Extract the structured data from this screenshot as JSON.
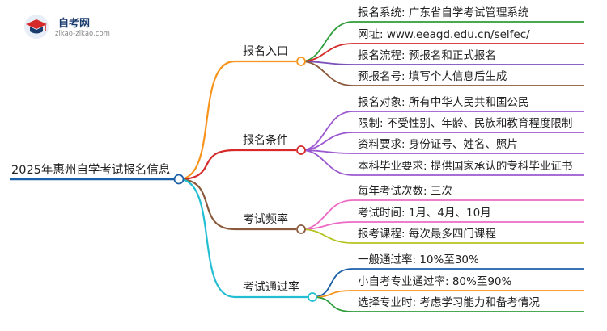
{
  "logo": {
    "title": "自考网",
    "subtitle": "zikao-zikao.com"
  },
  "root": {
    "label": "2025年惠州自学考试报名信息"
  },
  "branches": [
    {
      "label": "报名入口",
      "color": "#f7941d",
      "leaves": [
        {
          "text": "报名系统: 广东省自学考试管理系统",
          "color": "#2e9d3a"
        },
        {
          "text": "网址: www.eeagd.edu.cn/selfec/",
          "color": "#d62a2a"
        },
        {
          "text": "报名流程: 预报名和正式报名",
          "color": "#7a4fb8"
        },
        {
          "text": "预报名号: 填写个人信息后生成",
          "color": "#8b5a3c"
        }
      ]
    },
    {
      "label": "报名条件",
      "color": "#d62a2a",
      "leaves": [
        {
          "text": "报名对象: 所有中华人民共和国公民",
          "color": "#9b59d0"
        },
        {
          "text": "限制: 不受性别、年龄、民族和教育程度限制",
          "color": "#9b59d0"
        },
        {
          "text": "资料要求: 身份证号、姓名、照片",
          "color": "#9b59d0"
        },
        {
          "text": "本科毕业要求: 提供国家承认的专科毕业证书",
          "color": "#9b59d0"
        }
      ]
    },
    {
      "label": "考试频率",
      "color": "#8b5a3c",
      "leaves": [
        {
          "text": "每年考试次数: 三次",
          "color": "#ec6bc4"
        },
        {
          "text": "考试时间: 1月、4月、10月",
          "color": "#ec6bc4"
        },
        {
          "text": "报考课程: 每次最多四门课程",
          "color": "#b4c41f"
        }
      ]
    },
    {
      "label": "考试通过率",
      "color": "#22bfd3",
      "leaves": [
        {
          "text": "一般通过率: 10%至30%",
          "color": "#1b5fa8"
        },
        {
          "text": "小自考专业通过率: 80%至90%",
          "color": "#f7941d"
        },
        {
          "text": "选择专业时: 考虑学习能力和备考情况",
          "color": "#2e9d3a"
        }
      ]
    }
  ]
}
